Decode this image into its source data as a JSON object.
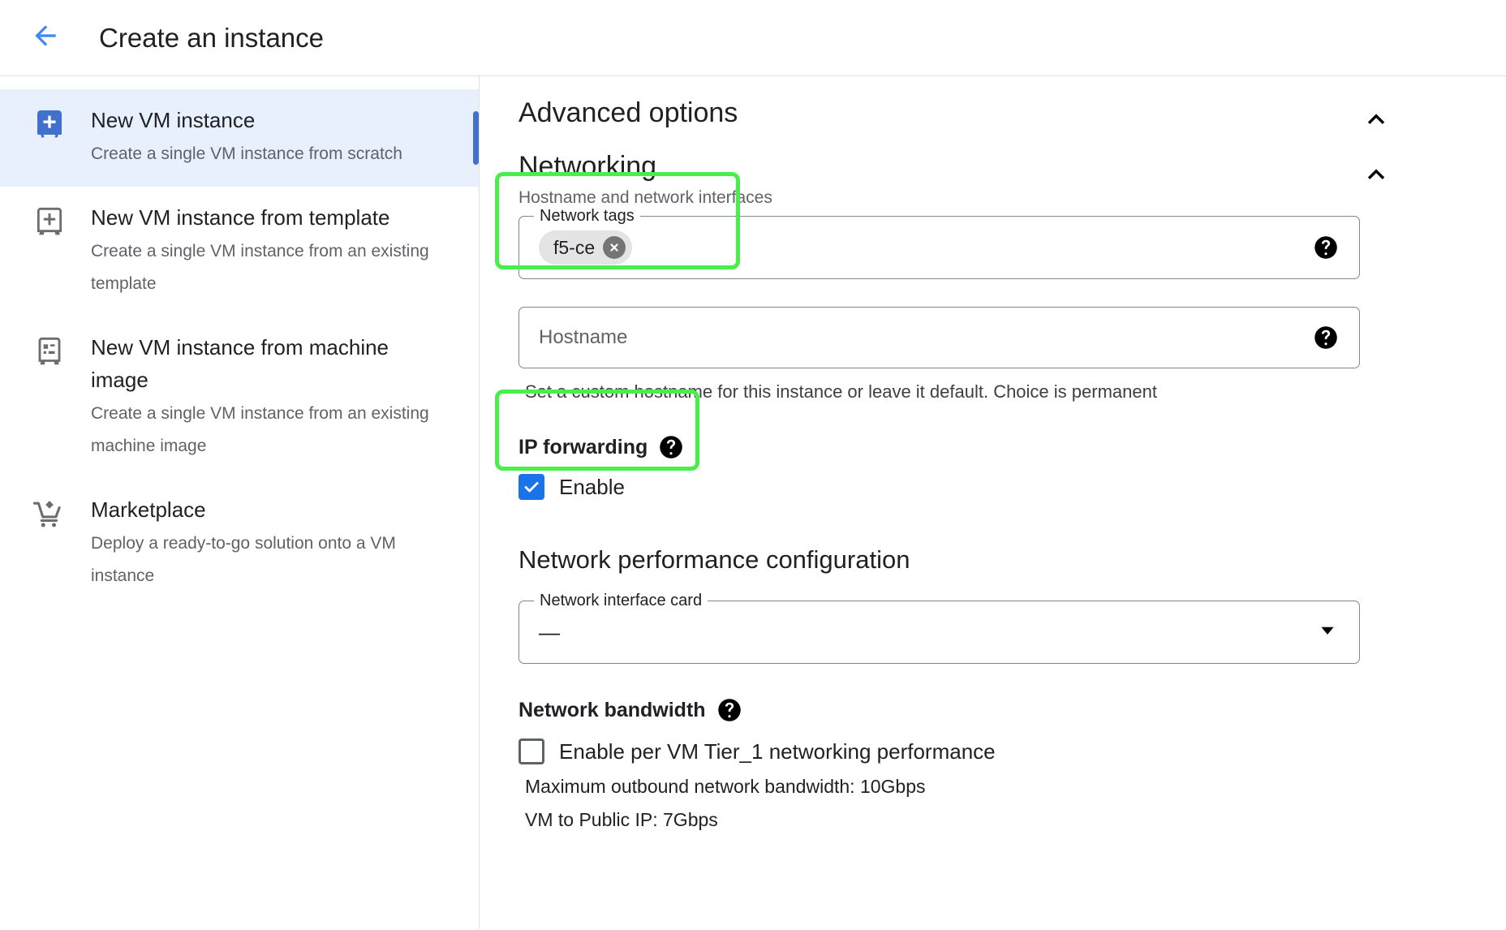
{
  "header": {
    "back_icon": "arrow-left-icon",
    "title": "Create an instance"
  },
  "sidebar": {
    "items": [
      {
        "icon": "vm-instance-add-icon",
        "title": "New VM instance",
        "desc": "Create a single VM instance from scratch",
        "selected": true
      },
      {
        "icon": "vm-template-add-icon",
        "title": "New VM instance from template",
        "desc": "Create a single VM instance from an existing template",
        "selected": false
      },
      {
        "icon": "machine-image-icon",
        "title": "New VM instance from machine image",
        "desc": "Create a single VM instance from an existing machine image",
        "selected": false
      },
      {
        "icon": "marketplace-cart-icon",
        "title": "Marketplace",
        "desc": "Deploy a ready-to-go solution onto a VM instance",
        "selected": false
      }
    ]
  },
  "main": {
    "advanced_options": {
      "title": "Advanced options",
      "toggle_icon": "chevron-up-icon"
    },
    "networking": {
      "title": "Networking",
      "toggle_icon": "chevron-up-icon",
      "subtitle": "Hostname and network interfaces",
      "network_tags": {
        "legend": "Network tags",
        "chips": [
          {
            "label": "f5-ce",
            "remove_icon": "close-circle-icon"
          }
        ],
        "help_icon": "help-icon"
      },
      "hostname": {
        "placeholder": "Hostname",
        "value": "",
        "help_icon": "help-icon",
        "helper_text": "Set a custom hostname for this instance or leave it default. Choice is permanent"
      },
      "ip_forwarding": {
        "label": "IP forwarding",
        "help_icon": "help-icon",
        "checkbox_label": "Enable",
        "checked": true
      }
    },
    "network_performance": {
      "title": "Network performance configuration",
      "nic": {
        "legend": "Network interface card",
        "value": "—",
        "dropdown_icon": "chevron-down-icon"
      },
      "bandwidth": {
        "label": "Network bandwidth",
        "help_icon": "help-icon",
        "checkbox_label": "Enable per VM Tier_1 networking performance",
        "checked": false,
        "lines": [
          "Maximum outbound network bandwidth: 10Gbps",
          "VM to Public IP: 7Gbps"
        ]
      }
    }
  },
  "colors": {
    "accent_blue": "#1a73e8",
    "selected_bg": "#e8f0fe",
    "highlight_green": "#4aee4a",
    "muted_text": "#5f6368"
  }
}
